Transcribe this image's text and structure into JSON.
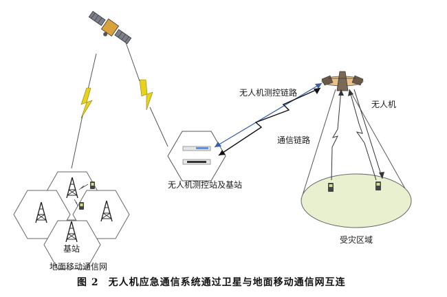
{
  "labels": {
    "uav_link": "无人机测控链路",
    "comm_link": "通信链路",
    "uav": "无人机",
    "ground_station": "无人机测控站及基站",
    "base_station": "基站",
    "mobile_network": "地面移动通信网",
    "disaster_area": "受灾区域"
  },
  "caption": {
    "figure_no": "图 2",
    "text": "无人机应急通信系统通过卫星与地面移动通信网互连"
  },
  "icons": [
    "satellite-icon",
    "uav-icon",
    "tower-icon",
    "mobile-phone-icon",
    "ground-station-icon",
    "lightning-link-icon"
  ],
  "colors": {
    "lightning": "#e8d21a",
    "uav_link": "#3a5fa8",
    "comm_link": "#111111",
    "disaster_fill": "#e8f0cf",
    "line": "#555555"
  }
}
